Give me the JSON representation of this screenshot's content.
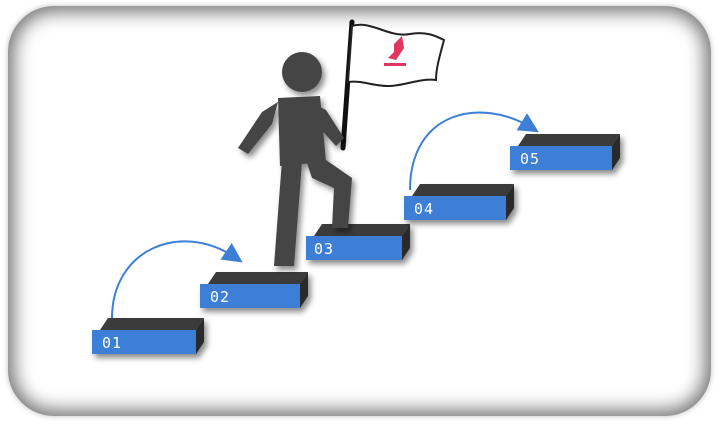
{
  "steps": [
    {
      "label": "01"
    },
    {
      "label": "02"
    },
    {
      "label": "03"
    },
    {
      "label": "04"
    },
    {
      "label": "05"
    }
  ],
  "colors": {
    "step_front": "#3d7fd6",
    "step_top": "#3b3b3b",
    "step_side": "#2a2a2a",
    "label": "#ffffff",
    "arrow": "#3d7fd6",
    "figure": "#454545",
    "flag_mark": "#e0355f"
  },
  "icons": {
    "figure": "person-climbing-icon",
    "flag": "flag-icon",
    "arrow": "curved-arrow-icon"
  }
}
